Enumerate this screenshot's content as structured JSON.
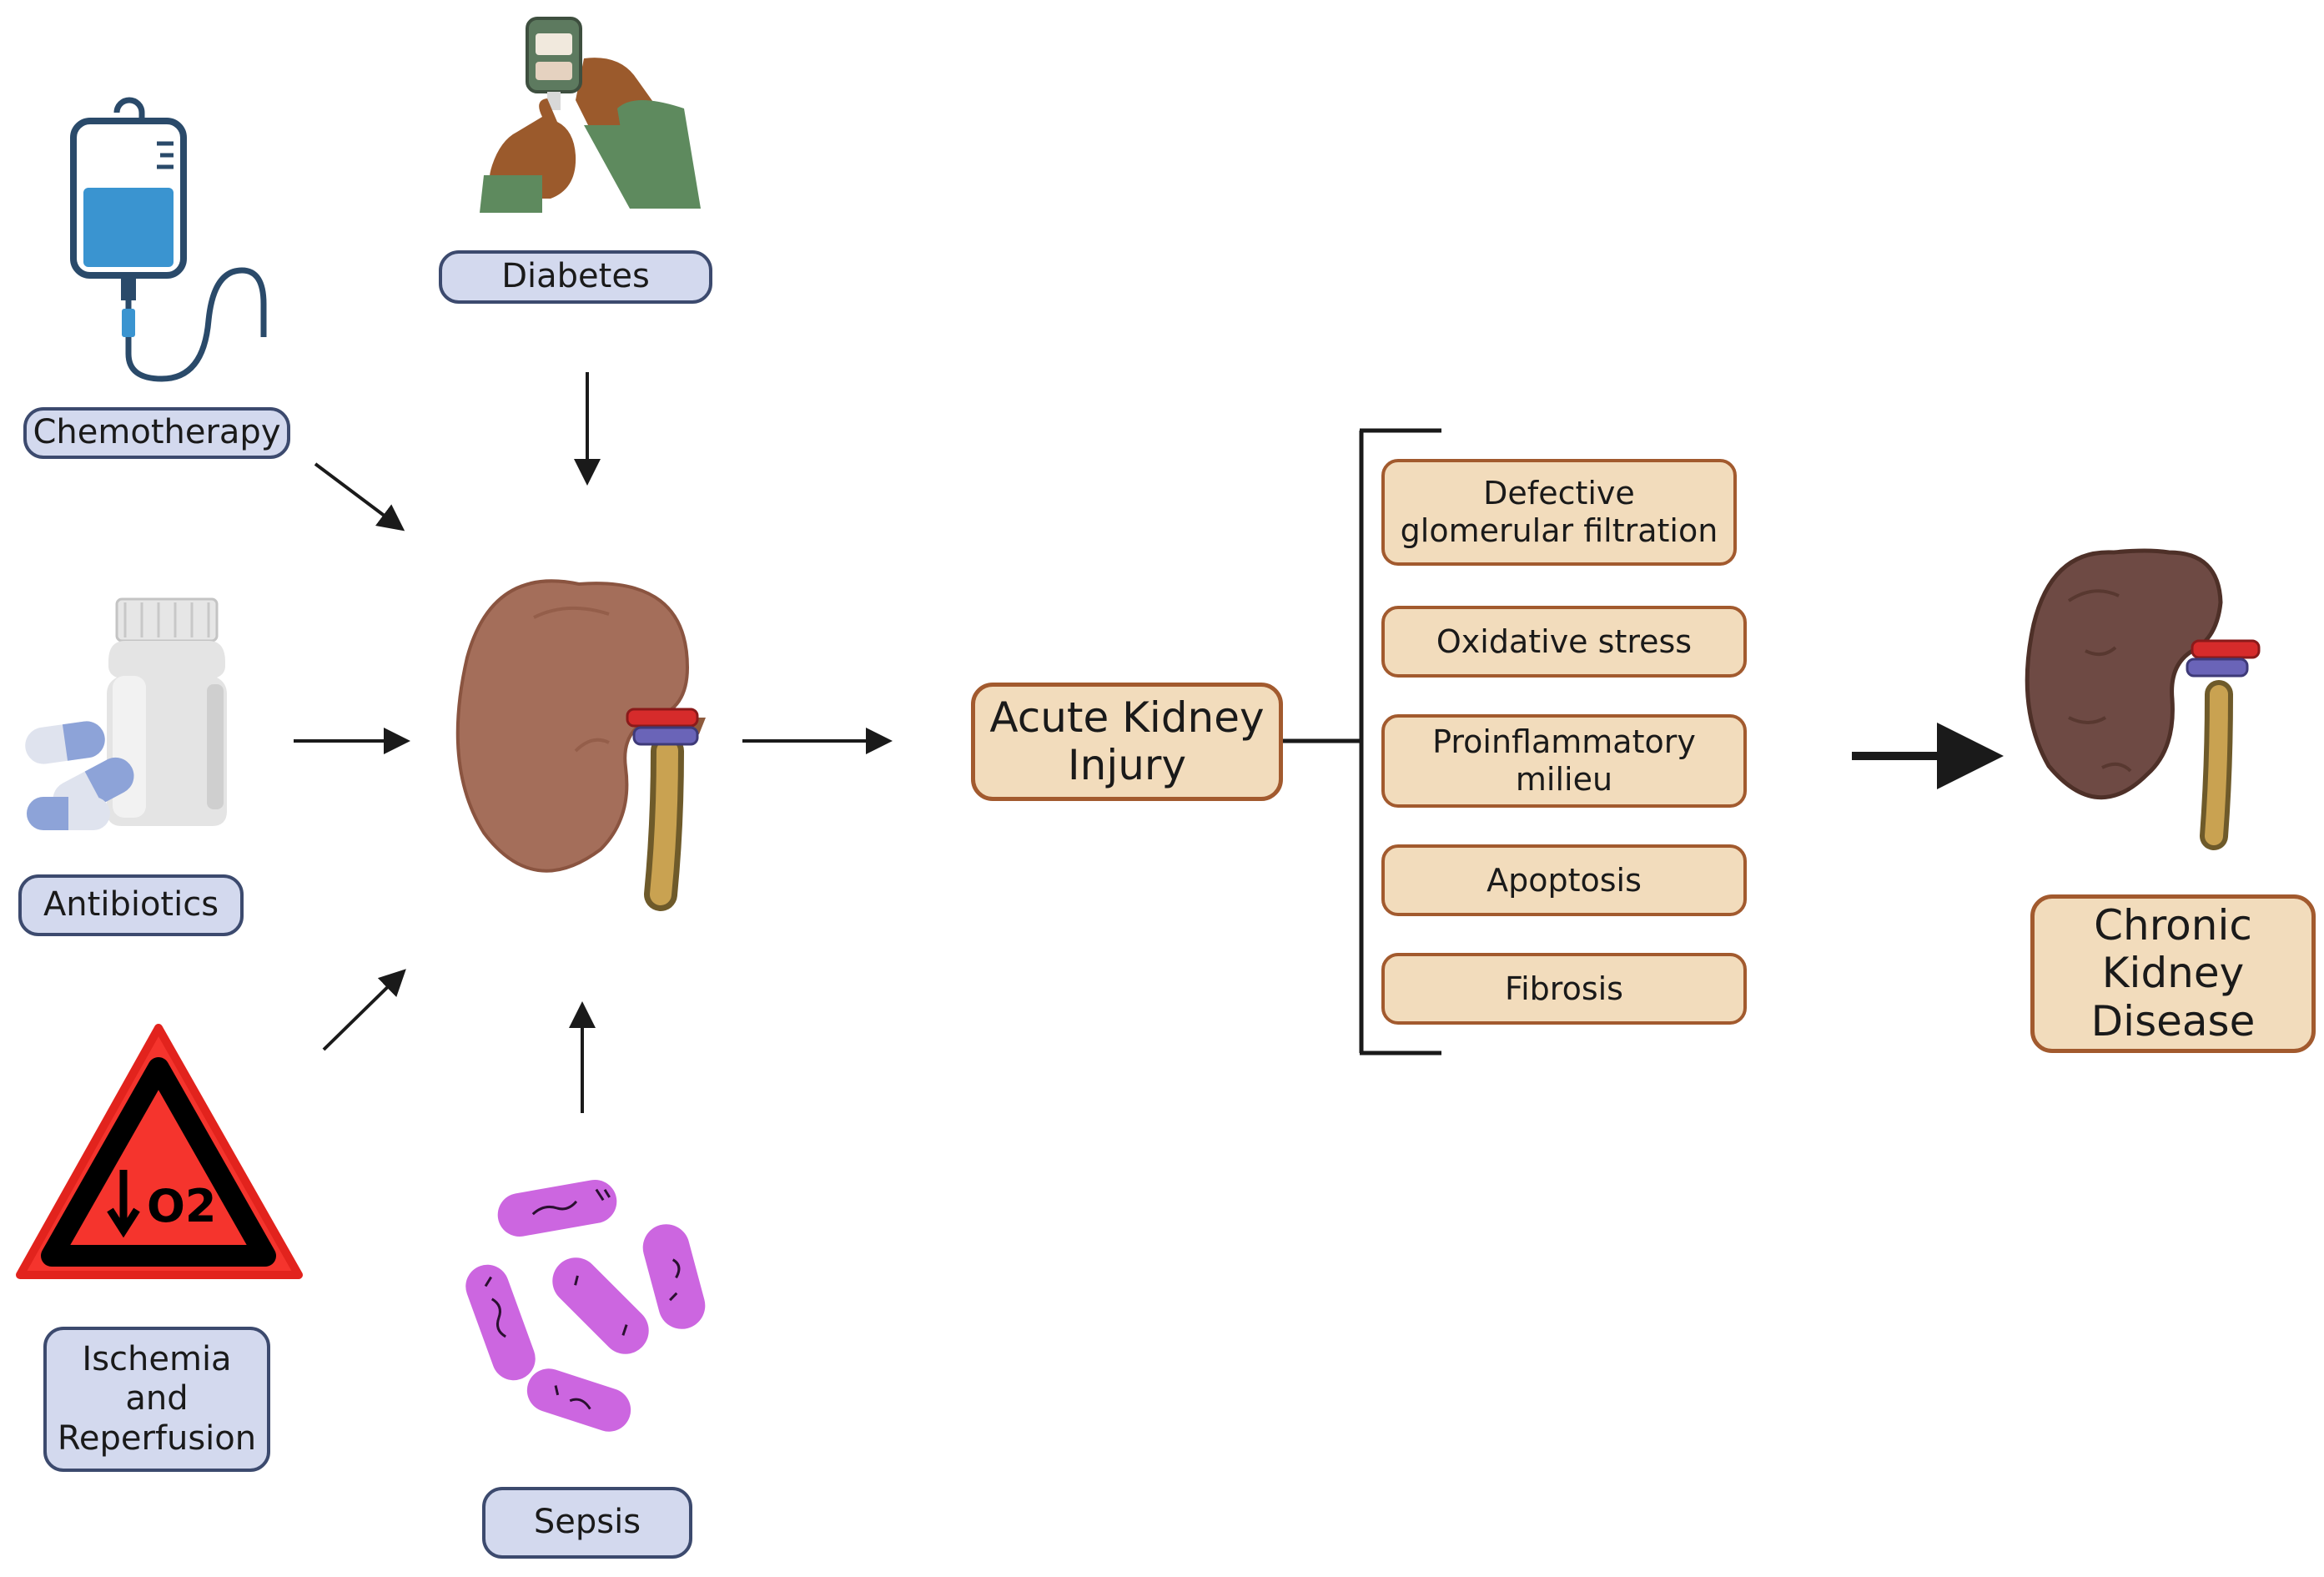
{
  "causes": {
    "diabetes": "Diabetes",
    "chemotherapy": "Chemotherapy",
    "antibiotics": "Antibiotics",
    "ischemia": "Ischemia\nand\nReperfusion",
    "sepsis": "Sepsis"
  },
  "warning_sign_text": "O2",
  "aki": "Acute Kidney\nInjury",
  "mechanisms": [
    "Defective\nglomerular filtration",
    "Oxidative stress",
    "Proinflammatory\nmilieu",
    "Apoptosis",
    "Fibrosis"
  ],
  "ckd": "Chronic Kidney\nDisease",
  "colors": {
    "cause_fill": "#d3d9ee",
    "cause_border": "#3c4a6e",
    "mechanism_fill": "#f2dcbc",
    "mechanism_border": "#a25a2e",
    "arrow": "#1a1a1a",
    "warning_red": "#f5342d",
    "bacteria": "#cc66e0"
  }
}
